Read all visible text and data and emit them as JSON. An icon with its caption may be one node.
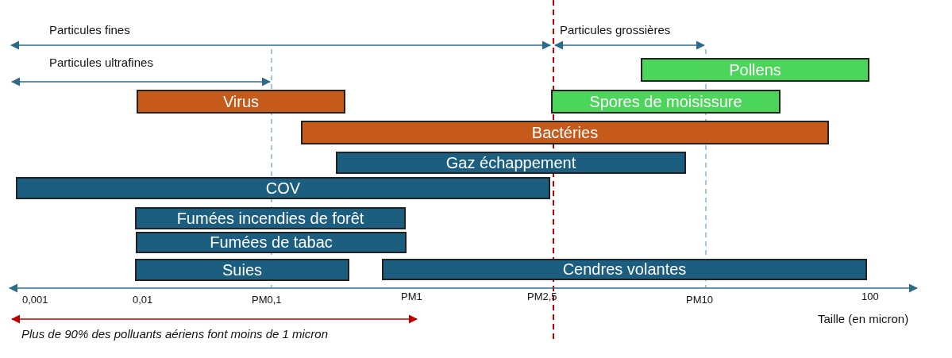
{
  "diagram": {
    "nodes": [
      {
        "text": [
          "Pollens"
        ]
      },
      {
        "text": [
          "Virus"
        ]
      },
      {
        "text": [
          "Spores de moisissure"
        ]
      },
      {
        "text": [
          "Bactéries"
        ]
      },
      {
        "text": [
          "Gaz échappement"
        ]
      },
      {
        "text": [
          "COV"
        ]
      },
      {
        "text": [
          "Fumées incendies de forêt"
        ]
      },
      {
        "text": [
          "Fumées de tabac"
        ]
      },
      {
        "text": [
          "Suies"
        ]
      },
      {
        "text": [
          "Cendres volantes"
        ]
      }
    ],
    "labels": [
      "Particules fines",
      "Particules grossières",
      "Particules ultrafines",
      "0,001",
      "0,01",
      "PM0,1",
      "PM1",
      "PM2,5",
      "PM10",
      "100",
      "Taille (en micron)",
      "Plus de 90% des polluants aériens font moins de 1 micron"
    ]
  }
}
